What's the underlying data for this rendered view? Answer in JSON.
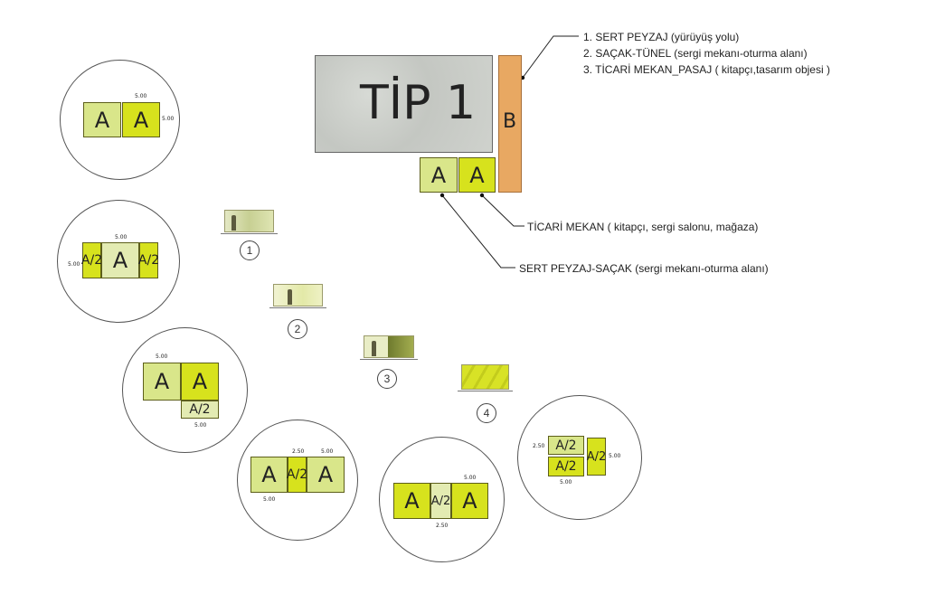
{
  "legend": {
    "item1": "1. SERT PEYZAJ (yürüyüş yolu)",
    "item2": "2. SAÇAK-TÜNEL (sergi mekanı-oturma alanı)",
    "item3": "3. TİCARİ MEKAN_PASAJ ( kitapçı,tasarım objesi )"
  },
  "main": {
    "tip_label": "TİP 1",
    "b_label": "B",
    "a_label": "A"
  },
  "callouts": {
    "ticari": "TİCARİ MEKAN ( kitapçı, sergi salonu, mağaza)",
    "sert": "SERT PEYZAJ-SAÇAK (sergi mekanı-oturma alanı)"
  },
  "sections": [
    "1",
    "2",
    "3",
    "4"
  ],
  "labels": {
    "a": "A",
    "a2": "A/2",
    "d500": "5.00",
    "d250": "2.50"
  },
  "colors": {
    "module_light": "#d9e68a",
    "module_dark": "#d7e21d",
    "module_pale": "#e3ebb2",
    "b_strip": "#e8a862",
    "tip_block": "#c9ccc7"
  }
}
